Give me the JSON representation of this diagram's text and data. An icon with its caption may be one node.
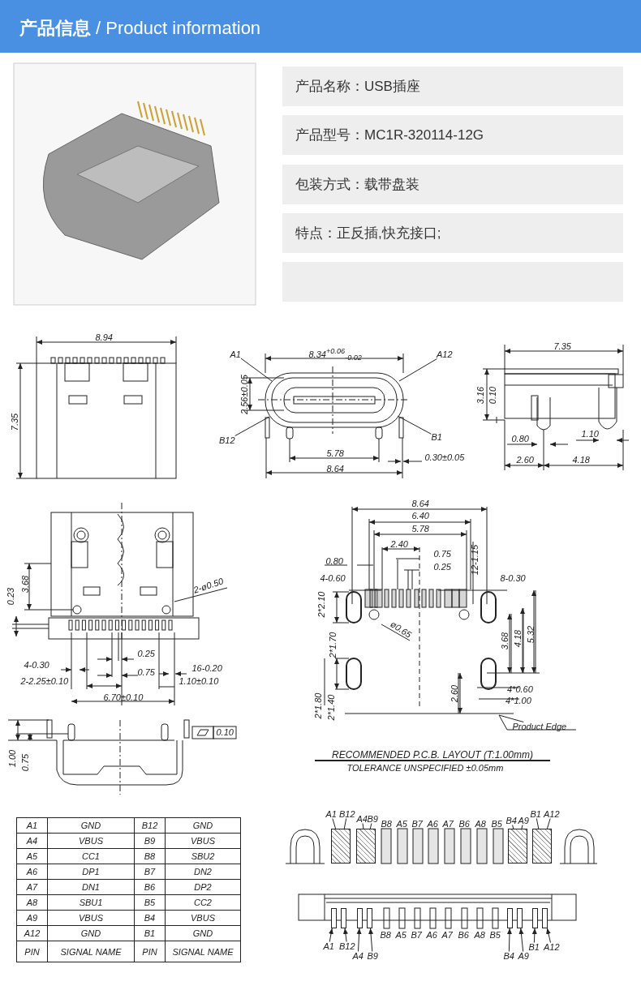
{
  "diagram": {
    "title": "**产品信息** / Product information",
    "nodes": [
      {
        "text": [
          "产品名称：USB插座"
        ]
      },
      {
        "text": [
          "产品型号：MC1R-320114-12G"
        ]
      },
      {
        "text": [
          "包装方式：载带盘装"
        ]
      },
      {
        "text": [
          "特点：正反插,快充接口;"
        ]
      },
      {
        "text": [],
        "shape": "box"
      },
      {
        "text": [
          "A1"
        ]
      },
      {
        "text": [
          "A12"
        ]
      },
      {
        "text": [
          "B12"
        ]
      },
      {
        "text": [
          "B1"
        ]
      },
      {
        "text": [
          "Product Edge"
        ]
      },
      {
        "text": [
          "A1"
        ]
      },
      {
        "text": [
          "B12"
        ]
      },
      {
        "text": [
          "A4"
        ]
      },
      {
        "text": [
          "B9"
        ]
      },
      {
        "text": [
          "B4"
        ]
      },
      {
        "text": [
          "A9"
        ]
      },
      {
        "text": [
          "B1"
        ]
      },
      {
        "text": [
          "A12"
        ]
      },
      {
        "text": [
          "A1"
        ]
      },
      {
        "text": [
          "B12"
        ]
      },
      {
        "text": [
          "A4"
        ]
      },
      {
        "text": [
          "B9"
        ]
      },
      {
        "text": [
          "B4"
        ]
      },
      {
        "text": [
          "A9"
        ]
      },
      {
        "text": [
          "B1"
        ]
      },
      {
        "text": [
          "A12"
        ]
      },
      {
        "text": [],
        "shape": "box"
      },
      {
        "text": [],
        "shape": "box"
      },
      {
        "text": [],
        "shape": "box"
      },
      {
        "text": [],
        "shape": "box"
      },
      {
        "text": [],
        "shape": "box"
      },
      {
        "text": [],
        "shape": "box"
      },
      {
        "text": [],
        "shape": "box"
      },
      {
        "text": [],
        "shape": "box"
      },
      {
        "text": [],
        "shape": "box"
      },
      {
        "text": [],
        "shape": "box"
      },
      {
        "text": [],
        "shape": "box"
      },
      {
        "text": [],
        "shape": "box"
      }
    ],
    "edges": [
      {
        "from": 5,
        "to": null,
        "arrow": "none"
      },
      {
        "from": 6,
        "to": null,
        "arrow": "none"
      },
      {
        "from": 7,
        "to": null,
        "arrow": "none"
      },
      {
        "from": 8,
        "to": null,
        "arrow": "none"
      },
      {
        "from": 9,
        "to": null,
        "arrow": "none"
      },
      {
        "from": 10,
        "to": 26,
        "arrow": "none"
      },
      {
        "from": 11,
        "to": 26,
        "arrow": "none"
      },
      {
        "from": 12,
        "to": 27,
        "arrow": "none"
      },
      {
        "from": 13,
        "to": 27,
        "arrow": "none"
      },
      {
        "from": 14,
        "to": 28,
        "arrow": "none"
      },
      {
        "from": 15,
        "to": 28,
        "arrow": "none"
      },
      {
        "from": 16,
        "to": 29,
        "arrow": "none"
      },
      {
        "from": 17,
        "to": 29,
        "arrow": "none"
      },
      {
        "from": 18,
        "to": 30,
        "arrow": "to"
      },
      {
        "from": 19,
        "to": 31,
        "arrow": "to"
      },
      {
        "from": 20,
        "to": 32,
        "arrow": "to"
      },
      {
        "from": 21,
        "to": 33,
        "arrow": "to"
      },
      {
        "from": 22,
        "to": 34,
        "arrow": "to"
      },
      {
        "from": 23,
        "to": 35,
        "arrow": "to"
      },
      {
        "from": 24,
        "to": 36,
        "arrow": "to"
      },
      {
        "from": 25,
        "to": 37,
        "arrow": "to"
      }
    ],
    "labels": [
      "8.94",
      "7.35",
      "8.34$^{+0.06}$$_{-0.02}$",
      "2.56±0.05",
      "5.78",
      "8.64",
      "0.30±0.05",
      "7.35",
      "3.16",
      "0.10",
      "0.80",
      "1.10",
      "2.60",
      "4.18",
      "3.68",
      "0.23",
      "2-ø0.50",
      "0.25",
      "4-0.30",
      "0.75",
      "16-0.20",
      "2-2.25±0.10",
      "1.10±0.10",
      "6.70±0.10",
      "0.10",
      "1.00",
      "0.75",
      "8.64",
      "6.40",
      "5.78",
      "2.40",
      "0.75",
      "0.80",
      "0.25",
      "12-1.15",
      "4-0.60",
      "8-0.30",
      "2*2.10",
      "ø0.65",
      "2*1.70",
      "3.68",
      "4.18",
      "5.32",
      "2*1.80",
      "2*1.40",
      "2.60",
      "4*0.60",
      "4*1.00",
      "RECOMMENDED   P.C.B.  LAYOUT  (T:1.00mm)",
      "TOLERANCE  UNSPECIFIED  ±0.05mm",
      "A1",
      "GND",
      "B12",
      "GND",
      "A4",
      "VBUS",
      "B9",
      "VBUS",
      "A5",
      "CC1",
      "B8",
      "SBU2",
      "A6",
      "DP1",
      "B7",
      "DN2",
      "A7",
      "DN1",
      "B6",
      "DP2",
      "A8",
      "SBU1",
      "B5",
      "CC2",
      "A9",
      "VBUS",
      "B4",
      "VBUS",
      "A12",
      "GND",
      "B1",
      "GND",
      "PIN",
      "SIGNAL  NAME",
      "PIN",
      "SIGNAL  NAME",
      "B8",
      "A5",
      "B7",
      "A6",
      "A7",
      "B6",
      "A8",
      "B5",
      "B8",
      "A5",
      "B7",
      "A6",
      "A7",
      "B6",
      "A8",
      "B5"
    ]
  }
}
